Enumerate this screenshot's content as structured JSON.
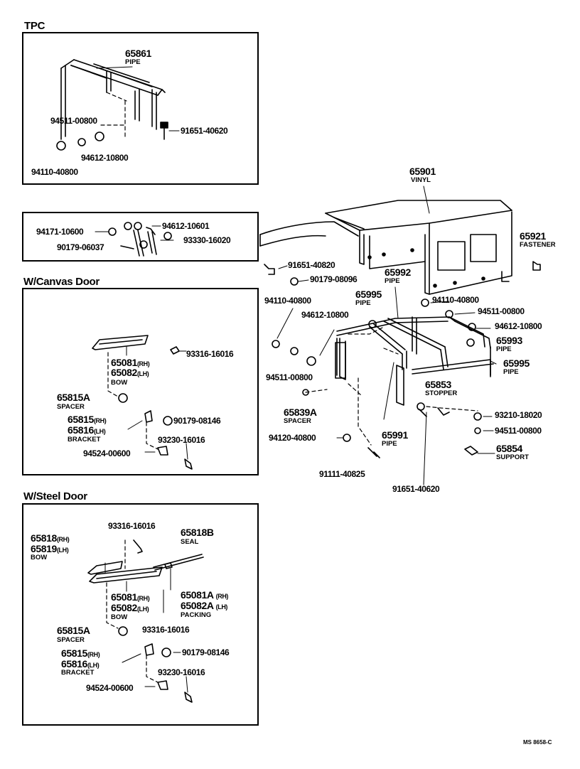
{
  "sections": {
    "tpc": "TPC",
    "canvas_door": "W/Canvas    Door",
    "steel_door": "W/Steel    Door"
  },
  "tpc": {
    "p65861": "65861",
    "p65861_name": "PIPE",
    "p94511_00800": "94511-00800",
    "p91651_40620": "91651-40620",
    "p94612_10800": "94612-10800",
    "p94110_40800": "94110-40800"
  },
  "strip": {
    "p94171": "94171-10600",
    "p94612_10601": "94612-10601",
    "p90179_06037": "90179-06037",
    "p93330": "93330-16020"
  },
  "main": {
    "p65901": "65901",
    "p65901_name": "VINYL",
    "p65921": "65921",
    "p65921_name": "FASTENER",
    "p91651_40820": "91651-40820",
    "p90179_08096": "90179-08096",
    "p65992": "65992",
    "p65992_name": "PIPE",
    "p65995a": "65995",
    "p65995a_name": "PIPE",
    "p94110_40800": "94110-40800",
    "p94110_40800b": "94110-40800",
    "p94511_00800a": "94511-00800",
    "p94612_10800a": "94612-10800",
    "p94612_10800b": "94612-10800",
    "p65993": "65993",
    "p65993_name": "PIPE",
    "p65995b": "65995",
    "p65995b_name": "PIPE",
    "p94511_00800b": "94511-00800",
    "p65853": "65853",
    "p65853_name": "STOPPER",
    "p65839a": "65839A",
    "p65839a_name": "SPACER",
    "p93210": "93210-18020",
    "p94511_00800c": "94511-00800",
    "p94120": "94120-40800",
    "p65991": "65991",
    "p65991_name": "PIPE",
    "p65854": "65854",
    "p65854_name": "SUPPORT",
    "p91111": "91111-40825",
    "p91651_40620": "91651-40620"
  },
  "canvas": {
    "p93316": "93316-16016",
    "p65081": "65081",
    "rh": "(RH)",
    "p65082": "65082",
    "lh": "(LH)",
    "bow": "BOW",
    "p65815a": "65815A",
    "spacer": "SPACER",
    "p65815": "65815",
    "p65816": "65816",
    "bracket": "BRACKET",
    "p90179": "90179-08146",
    "p93230": "93230-16016",
    "p94524": "94524-00600"
  },
  "steel": {
    "p93316a": "93316-16016",
    "p65818b": "65818B",
    "seal": "SEAL",
    "p65818": "65818",
    "p65819": "65819",
    "rh": "(RH)",
    "lh": "(LH)",
    "bow_a": "BOW",
    "p65081": "65081",
    "p65082": "65082",
    "bow_b": "BOW",
    "p65081a": "65081A",
    "p65082a": "65082A",
    "rh_a": "(RH)",
    "lh_a": "(LH)",
    "packing": "PACKING",
    "p93316b": "93316-16016",
    "p65815a": "65815A",
    "spacer": "SPACER",
    "p65815": "65815",
    "p65816": "65816",
    "rh_b": "(RH)",
    "lh_b": "(LH)",
    "bracket": "BRACKET",
    "p90179": "90179-08146",
    "p93230": "93230-16016",
    "p94524": "94524-00600"
  },
  "footer_code": "MS 8658-C"
}
